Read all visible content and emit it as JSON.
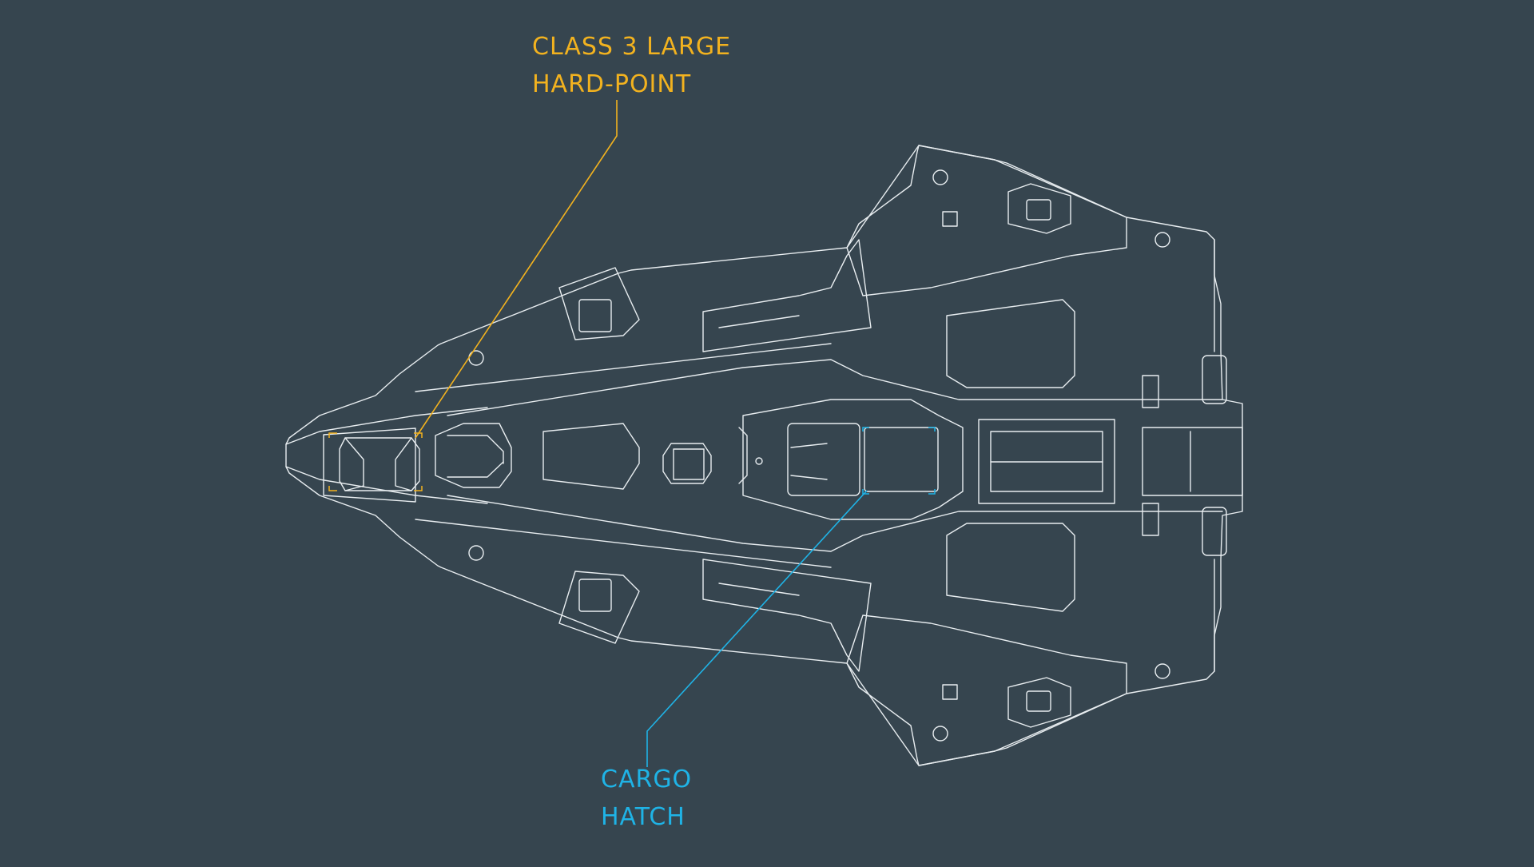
{
  "callouts": {
    "hardpoint": {
      "line1": "CLASS 3 LARGE",
      "line2": "HARD-POINT",
      "color": "#f2b21f"
    },
    "cargo": {
      "line1": "CARGO",
      "line2": "HATCH",
      "color": "#1fb3e6"
    }
  },
  "colors": {
    "background": "#36454f",
    "linework": "#e8edf0"
  }
}
